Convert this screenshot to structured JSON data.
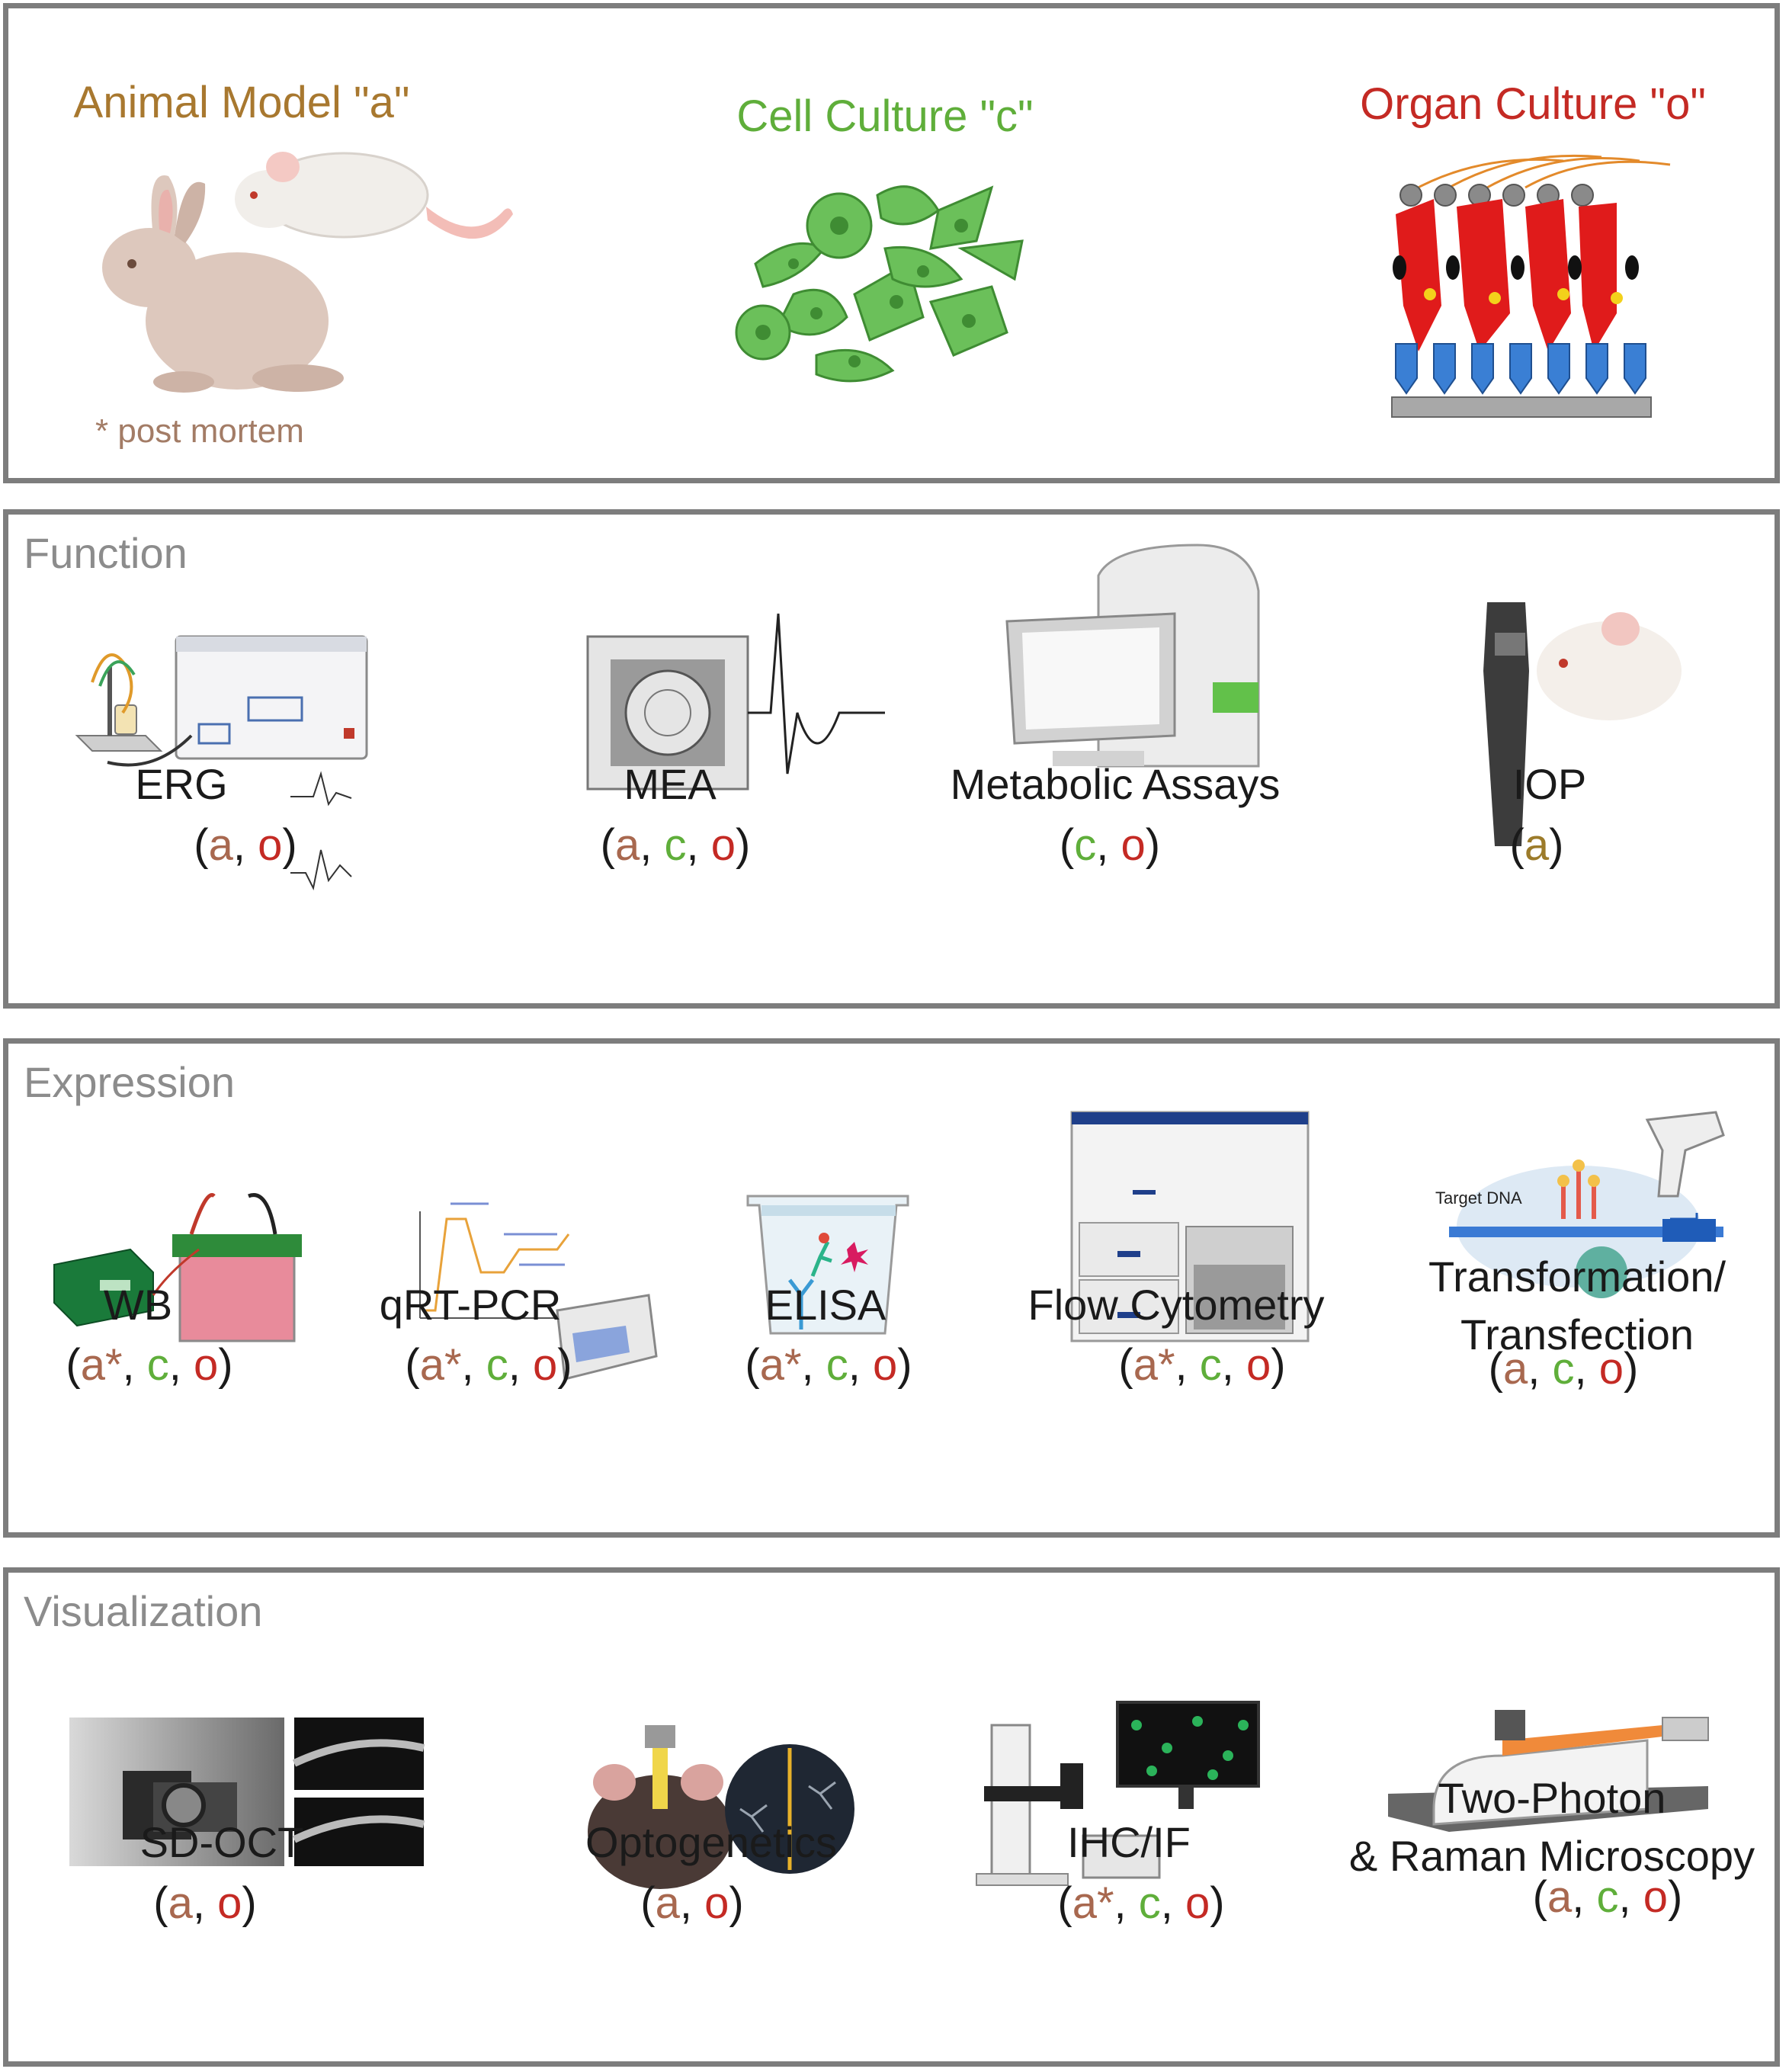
{
  "models": {
    "animal": {
      "title": "Animal Model \"a\"",
      "note": "* post mortem",
      "color": "#a8782f"
    },
    "cell": {
      "title": "Cell Culture \"c\"",
      "color": "#5fae3a"
    },
    "organ": {
      "title": "Organ Culture \"o\"",
      "color": "#c42a24"
    }
  },
  "function": {
    "title": "Function",
    "items": [
      {
        "label": "ERG",
        "tags": [
          "a",
          "o"
        ]
      },
      {
        "label": "MEA",
        "tags": [
          "a",
          "c",
          "o"
        ]
      },
      {
        "label": "Metabolic Assays",
        "tags": [
          "c",
          "o"
        ]
      },
      {
        "label": "IOP",
        "tags": [
          "a"
        ]
      }
    ]
  },
  "expression": {
    "title": "Expression",
    "items": [
      {
        "label": "WB",
        "tags": [
          "a*",
          "c",
          "o"
        ]
      },
      {
        "label": "qRT-PCR",
        "tags": [
          "a*",
          "c",
          "o"
        ]
      },
      {
        "label": "ELISA",
        "tags": [
          "a*",
          "c",
          "o"
        ]
      },
      {
        "label": "Flow Cytometry",
        "tags": [
          "a*",
          "c",
          "o"
        ]
      },
      {
        "label": "Transformation/\nTransfection",
        "tags": [
          "a",
          "c",
          "o"
        ]
      }
    ],
    "target_dna_label": "Target DNA"
  },
  "visualization": {
    "title": "Visualization",
    "items": [
      {
        "label": "SD-OCT",
        "tags": [
          "a",
          "o"
        ]
      },
      {
        "label": "Optogenetics",
        "tags": [
          "a",
          "o"
        ]
      },
      {
        "label": "IHC/IF",
        "tags": [
          "a*",
          "c",
          "o"
        ]
      },
      {
        "label": "Two-Photon\n& Raman Microscopy",
        "tags": [
          "a",
          "c",
          "o"
        ]
      }
    ]
  },
  "colors": {
    "border": "#7d7d7d",
    "section_title": "#8c8c8c",
    "a": "#a8684f",
    "c": "#5fae3a",
    "o": "#c42a24"
  }
}
